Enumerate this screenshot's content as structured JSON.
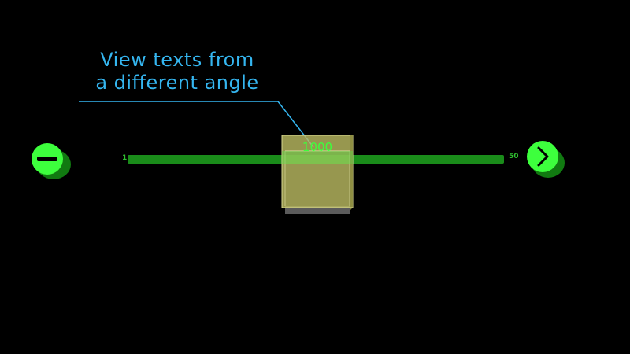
{
  "hint": {
    "line1": "View texts from",
    "line2": "a different angle"
  },
  "slider": {
    "min_label": "1",
    "max_label": "50",
    "value": "1000"
  },
  "buttons": {
    "minus_icon": "minus-icon",
    "next_icon": "chevron-right-icon"
  },
  "colors": {
    "background": "#000000",
    "accent_green": "#3dff3d",
    "track_green": "#1a8c1a",
    "hint_blue": "#35b6f0",
    "box_yellow": "#b8b860"
  }
}
